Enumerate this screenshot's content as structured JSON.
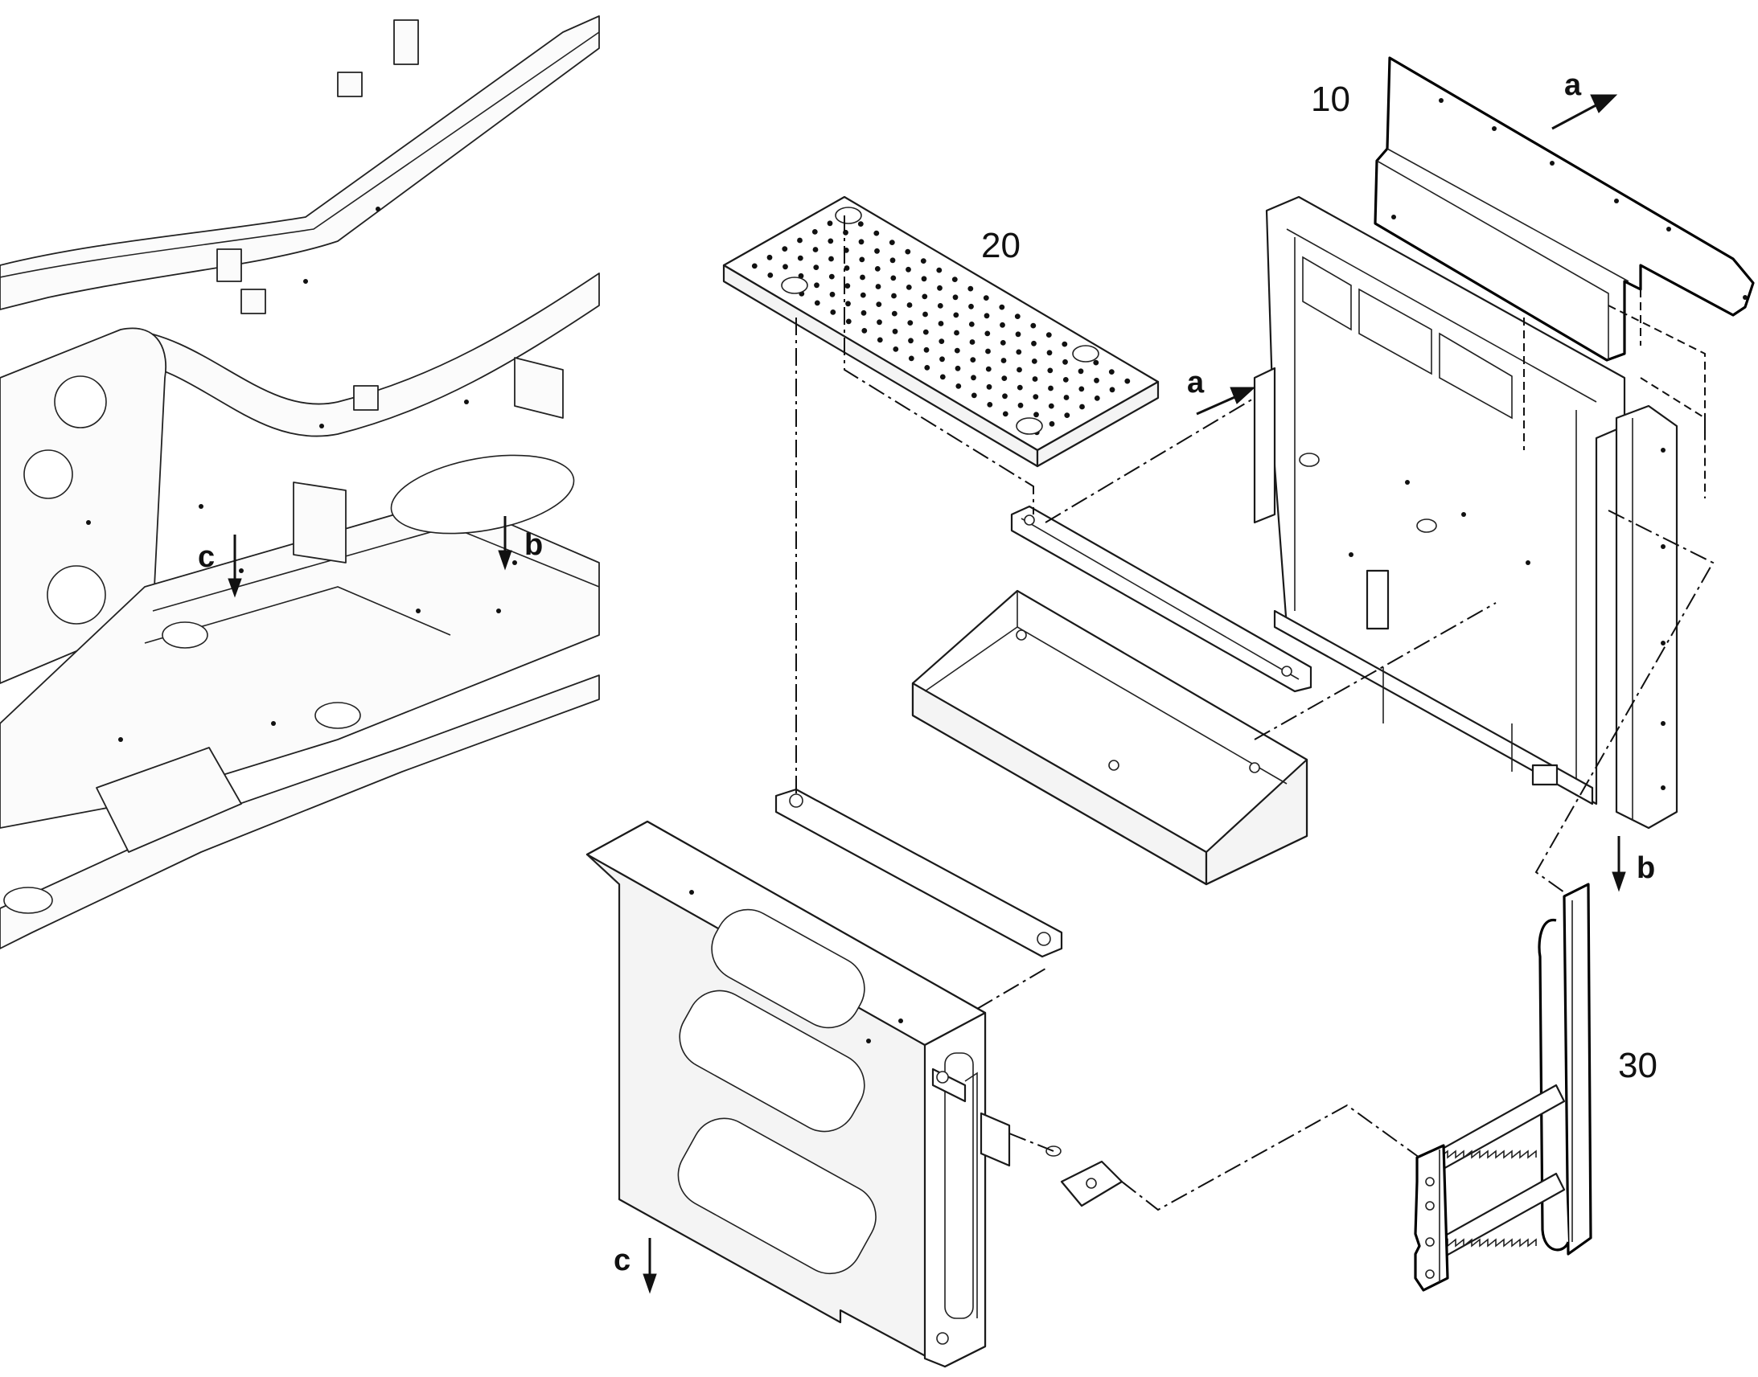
{
  "labels": {
    "part_10": "10",
    "part_20": "20",
    "part_30": "30",
    "arrow_a_top": "a",
    "arrow_a_mid": "a",
    "arrow_b_right": "b",
    "arrow_b_left": "b",
    "arrow_c_left": "c",
    "arrow_c_bottom": "c"
  }
}
